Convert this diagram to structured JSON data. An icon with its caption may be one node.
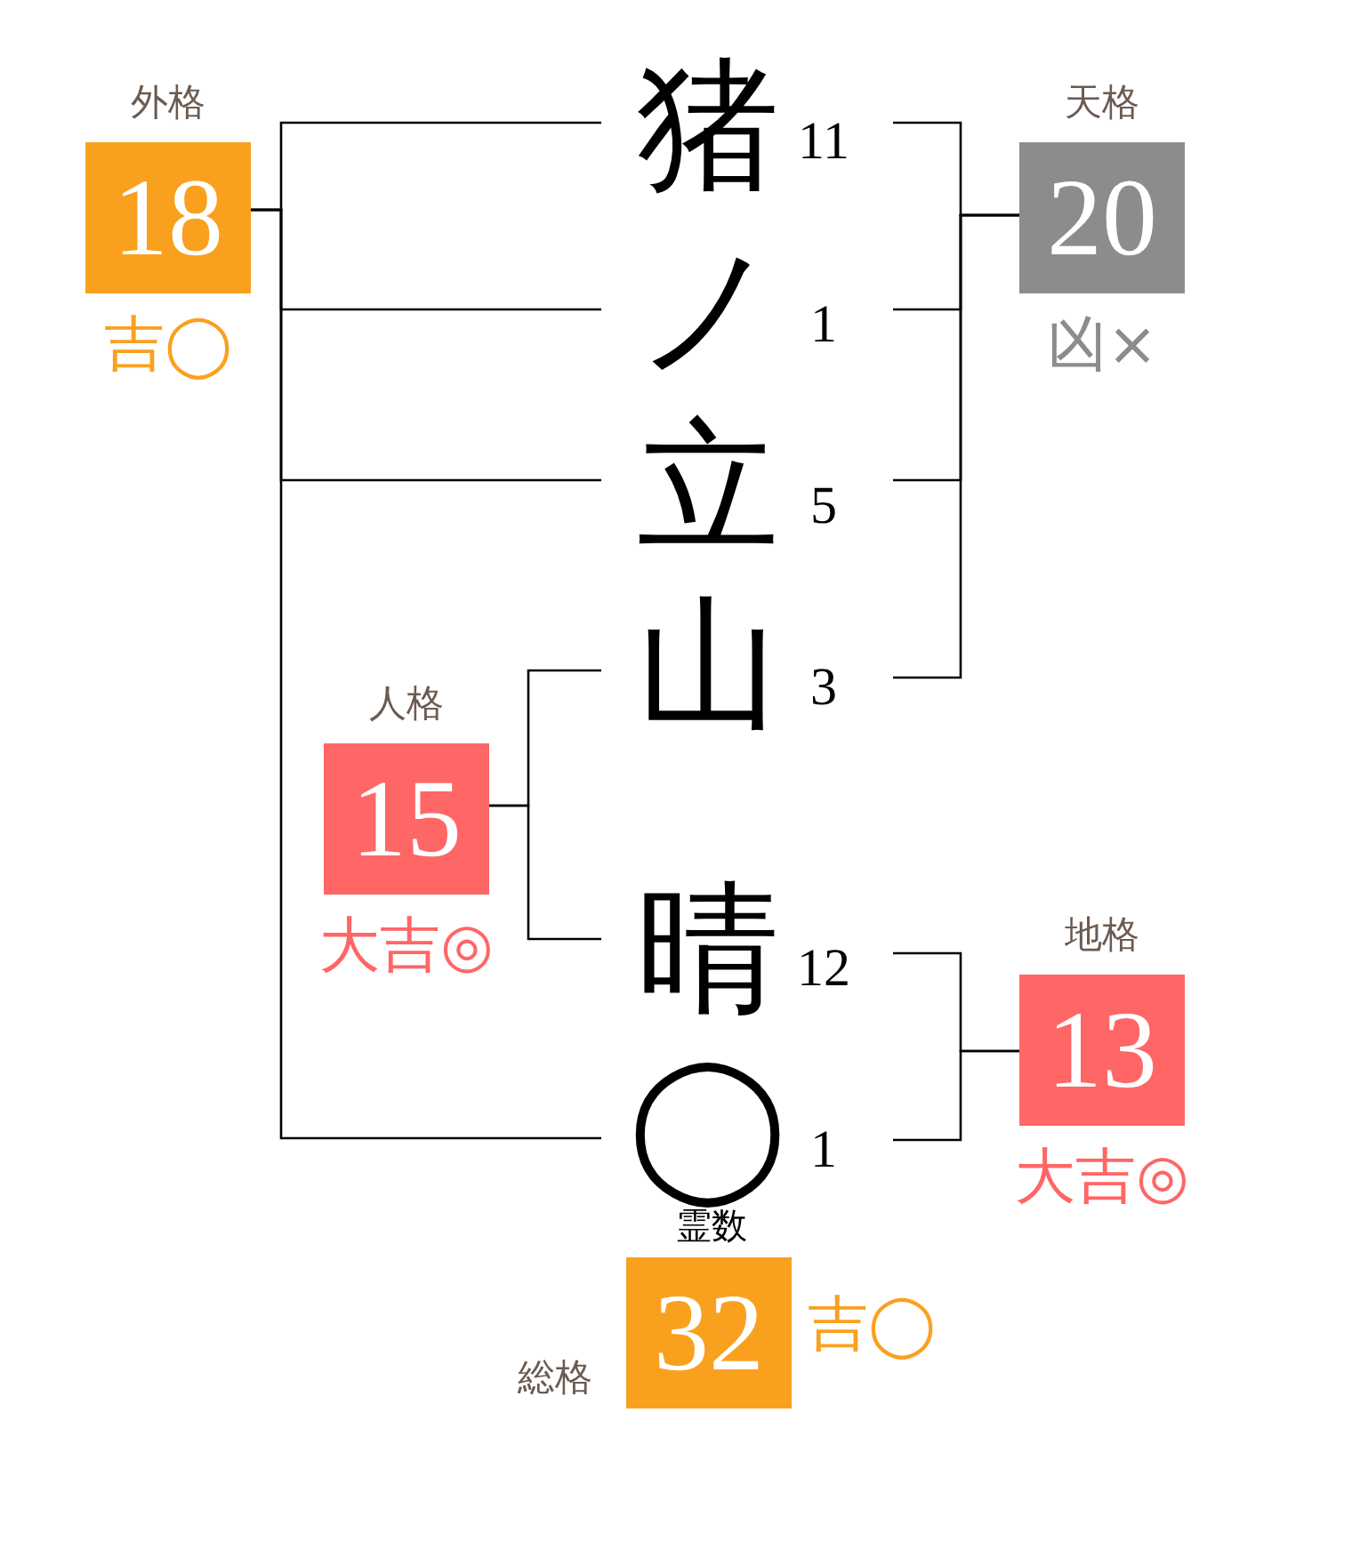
{
  "diagram": {
    "nodes": [
      {
        "text": [
          "外格",
          "18"
        ],
        "beside": [
          "吉◯"
        ]
      },
      {
        "text": [
          "猪"
        ],
        "beside": [
          "11"
        ]
      },
      {
        "text": [
          "天格",
          "20"
        ],
        "beside": [
          "凶×"
        ]
      },
      {
        "text": [
          "ノ"
        ],
        "beside": [
          "1"
        ]
      },
      {
        "text": [
          "立"
        ],
        "beside": [
          "5"
        ]
      },
      {
        "text": [
          "山"
        ],
        "beside": [
          "3"
        ]
      },
      {
        "text": [
          "人格",
          "15"
        ],
        "beside": [
          "大吉◎"
        ]
      },
      {
        "text": [
          "晴"
        ],
        "beside": [
          "12"
        ]
      },
      {
        "text": [
          "地格",
          "13"
        ],
        "beside": [
          "大吉◎"
        ]
      },
      {
        "text": [
          "◯"
        ],
        "beside": [
          "1",
          "霊数"
        ]
      },
      {
        "text": [
          "総格",
          "32"
        ],
        "beside": [
          "吉◯"
        ]
      }
    ],
    "edges": [
      {
        "from": 1,
        "to": 2,
        "arrow": "none"
      },
      {
        "from": 3,
        "to": 2,
        "arrow": "none"
      },
      {
        "from": 4,
        "to": 2,
        "arrow": "none"
      },
      {
        "from": 5,
        "to": 2,
        "arrow": "none"
      },
      {
        "from": 1,
        "to": 0,
        "arrow": "none"
      },
      {
        "from": 3,
        "to": 0,
        "arrow": "none"
      },
      {
        "from": 4,
        "to": 0,
        "arrow": "none"
      },
      {
        "from": 9,
        "to": 0,
        "arrow": "none"
      },
      {
        "from": 5,
        "to": 6,
        "arrow": "none"
      },
      {
        "from": 7,
        "to": 6,
        "arrow": "none"
      },
      {
        "from": 7,
        "to": 8,
        "arrow": "none"
      },
      {
        "from": 9,
        "to": 8,
        "arrow": "none"
      }
    ]
  }
}
